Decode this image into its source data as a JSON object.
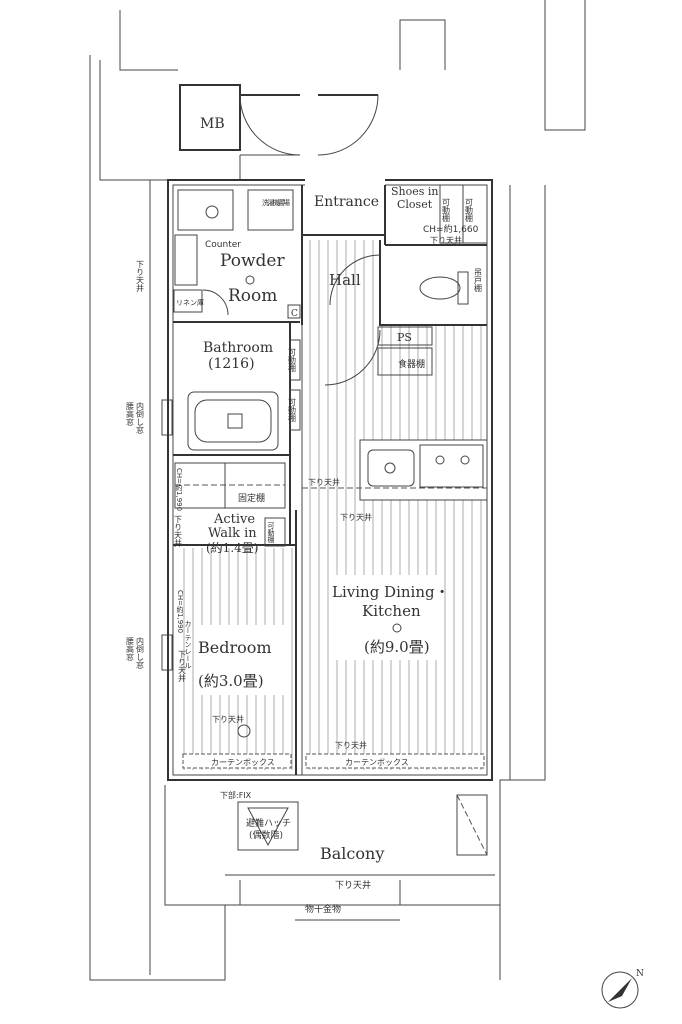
{
  "labels": {
    "mb": "MB",
    "entrance": "Entrance",
    "shoes_closet_1": "Shoes in",
    "shoes_closet_2": "Closet",
    "movable_shelf": "可動棚",
    "ceiling_height_closet": "CH=約1,660",
    "lowered_ceiling": "下り天井",
    "washer_space": "洗濯機置場",
    "counter": "Counter",
    "powder_1": "Powder",
    "powder_2": "Room",
    "linen": "リネン庫",
    "hall": "Hall",
    "c_mark": "C",
    "ps": "PS",
    "cupboard": "食器棚",
    "wall_cabinet": "吊戸棚",
    "bathroom_1": "Bathroom",
    "bathroom_2": "(1216)",
    "window_type": "内倒し窓",
    "window_type_2": "腰高窓",
    "fixed_shelf": "固定棚",
    "walkin_1": "Active",
    "walkin_2": "Walk in",
    "walkin_3": "(約1.4畳)",
    "ceiling_height_bedroom": "CH=約1,990",
    "bedroom_1": "Bedroom",
    "bedroom_2": "(約3.0畳)",
    "curtain_rail": "カーテンレール",
    "ldk_1": "Living Dining・",
    "ldk_2": "Kitchen",
    "ldk_3": "(約9.0畳)",
    "curtain_box": "カーテンボックス",
    "fix_lower": "下部:FIX",
    "hatch_1": "避難ハッチ",
    "hatch_2": "(偶数階)",
    "balcony": "Balcony",
    "drying_hardware": "物干金物",
    "north": "N"
  }
}
